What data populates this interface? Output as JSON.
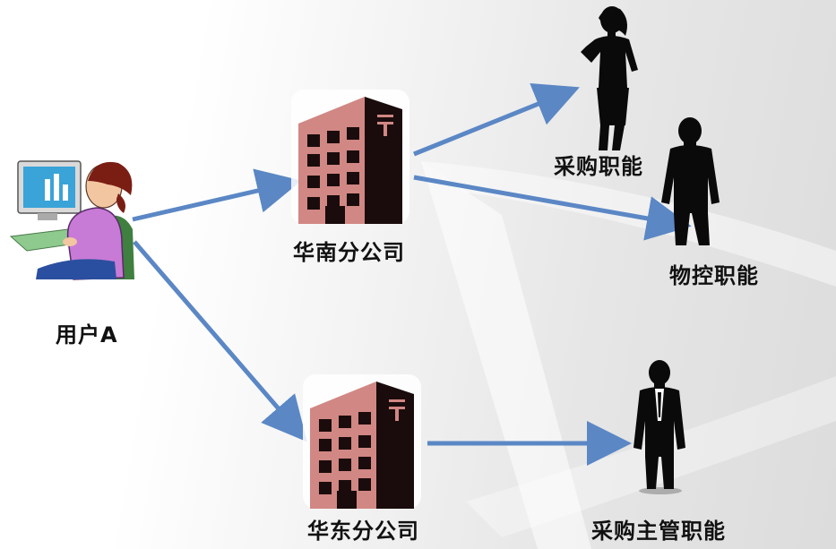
{
  "user": {
    "label": "用户A"
  },
  "branches": [
    {
      "name": "华南分公司"
    },
    {
      "name": "华东分公司"
    }
  ],
  "roles": [
    {
      "name": "采购职能"
    },
    {
      "name": "物控职能"
    },
    {
      "name": "采购主管职能"
    }
  ],
  "colors": {
    "arrow": "#5b87c5",
    "building": "#d18783",
    "building_dark": "#1a0c0c",
    "silhouette": "#0a0a0a",
    "person_shirt": "#c77bd6",
    "person_hair": "#7a1e14"
  }
}
